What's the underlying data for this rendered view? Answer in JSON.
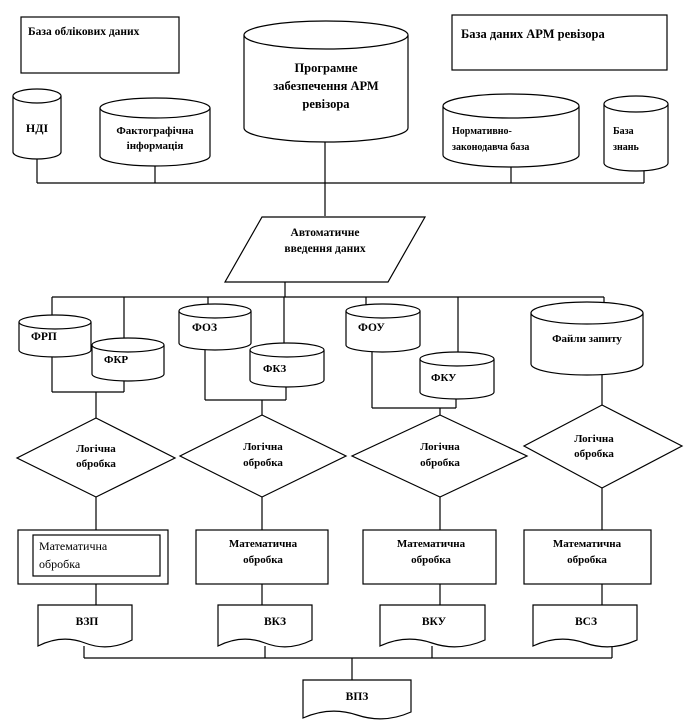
{
  "nodes": {
    "accounting_db": "База облікових  даних",
    "ndi": "НДІ",
    "fact_info": [
      "Фактографічна",
      "інформація"
    ],
    "software": [
      "Програмне",
      "забезпечення АРМ",
      "ревізора"
    ],
    "auditor_db": "База даних АРМ ревізора",
    "normative_base": [
      "Нормативно-",
      "законодавча база"
    ],
    "knowledge_base": [
      "База",
      "знань"
    ],
    "auto_input": [
      "Автоматичне",
      "введення даних"
    ],
    "frp": "ФРП",
    "fkr": "ФКР",
    "foz": "ФОЗ",
    "fkz": "ФКЗ",
    "fou": "ФОУ",
    "fku": "ФКУ",
    "request_files": "Файли запиту",
    "logic_1": [
      "Логічна",
      "обробка"
    ],
    "logic_2": [
      "Логічна",
      "обробка"
    ],
    "logic_3": [
      "Логічна",
      "обробка"
    ],
    "logic_4": [
      "Логічна",
      "обробка"
    ],
    "math_1": [
      "Математична",
      "обробка"
    ],
    "math_2": [
      "Математична",
      "обробка"
    ],
    "math_3": [
      "Математична",
      "обробка"
    ],
    "math_4": [
      "Математична",
      "обробка"
    ],
    "vzp": "ВЗП",
    "vkz": "ВКЗ",
    "vku": "ВКУ",
    "vsz": "ВСЗ",
    "vpz": "ВПЗ"
  }
}
